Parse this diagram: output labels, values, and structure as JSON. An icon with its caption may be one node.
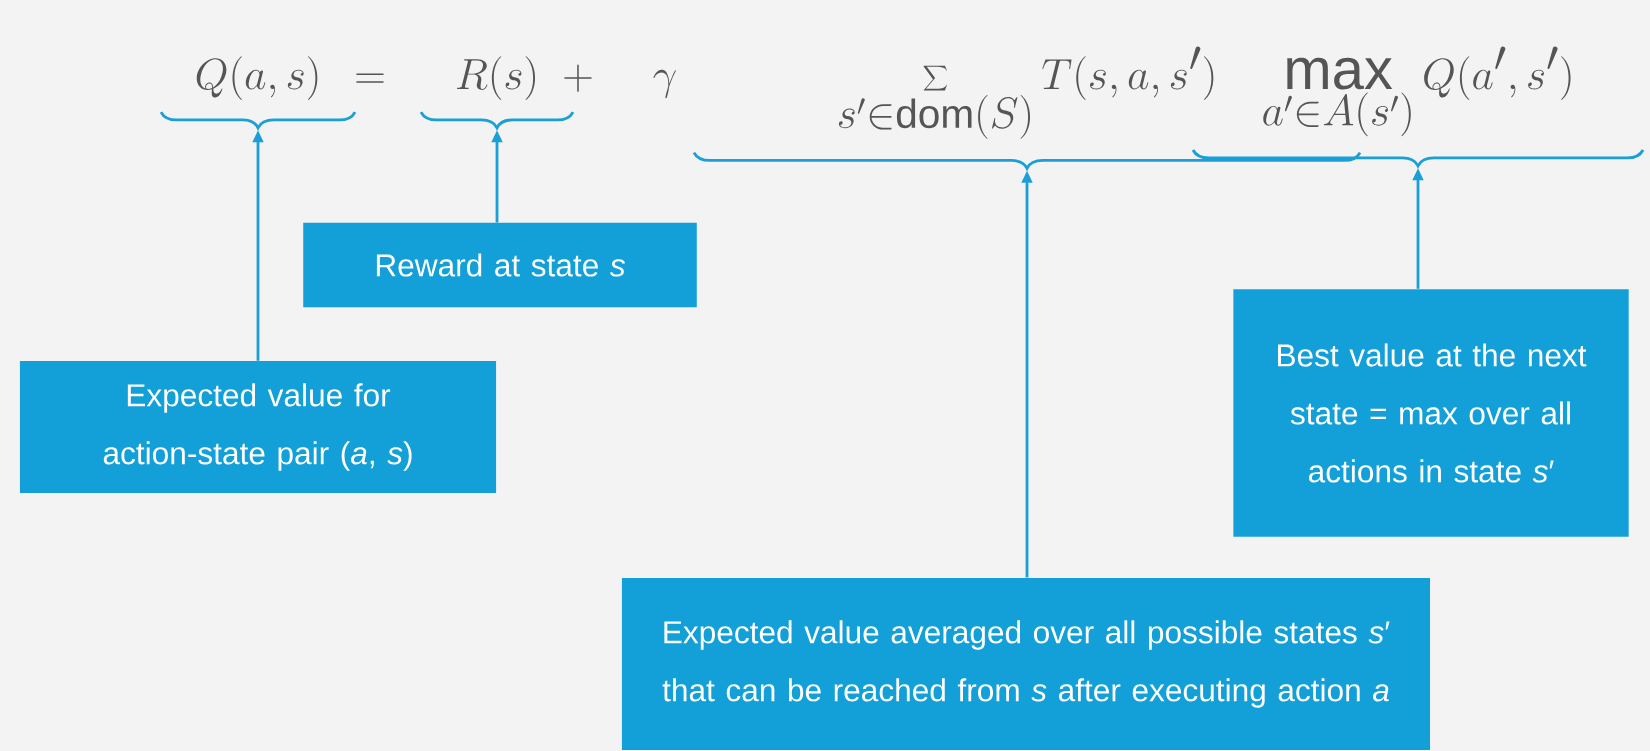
{
  "diagram": {
    "nodes": [
      {
        "text": [
          "Q(a, s)"
        ]
      },
      {
        "text": [
          "R(s)"
        ]
      },
      {
        "text": [
          "\\sum_{s'\\in\\mathrm{dom}(S)} T(s, a, s')"
        ]
      },
      {
        "text": [
          "\\max_{a'\\in A(s')} Q(a', s')"
        ]
      },
      {
        "text": [
          "Expected value for action-state pair (*a*, *s*)"
        ]
      },
      {
        "text": [
          "Reward at state *s*"
        ]
      },
      {
        "text": [
          "Expected value averaged over all possible states *s*′ that can be reached from *s* after executing action *a*"
        ]
      },
      {
        "text": [
          "Best value at the next state = max over all actions in state *s*′"
        ]
      }
    ],
    "edges": [
      {
        "from": 4,
        "to": 0,
        "arrow": "to"
      },
      {
        "from": 5,
        "to": 1,
        "arrow": "to"
      },
      {
        "from": 6,
        "to": 2,
        "arrow": "to"
      },
      {
        "from": 7,
        "to": 3,
        "arrow": "to"
      }
    ],
    "labels": [
      "=",
      "+",
      "\\gamma"
    ]
  }
}
